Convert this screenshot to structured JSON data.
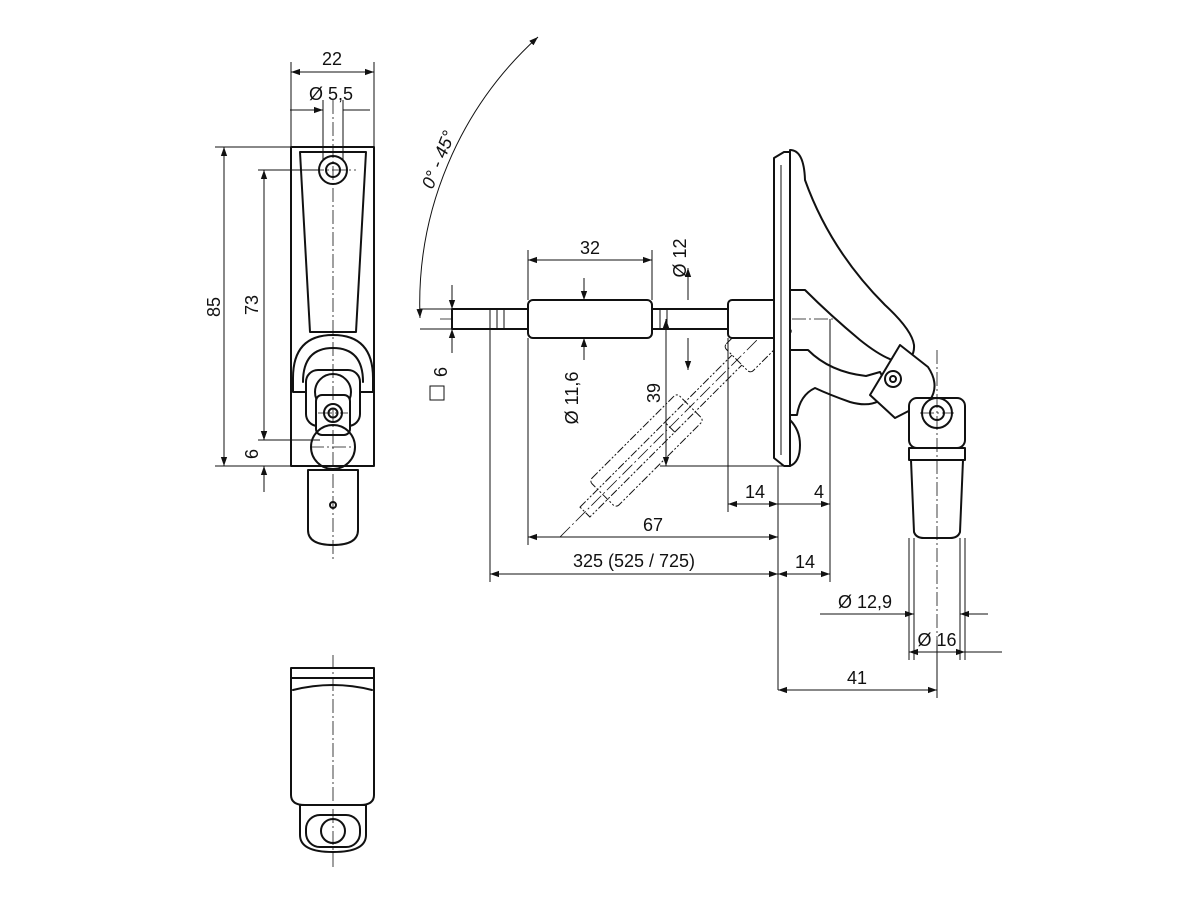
{
  "dimensions": {
    "width_22": "22",
    "dia_5_5": "Ø 5,5",
    "height_85": "85",
    "height_73": "73",
    "offset_6": "6",
    "angle": "0° - 45°",
    "len_32": "32",
    "dia_12": "Ø 12",
    "square_6": "6",
    "dia_11_6": "Ø 11,6",
    "h_39": "39",
    "w_14": "14",
    "w_4": "4",
    "len_67": "67",
    "len_325": "325 (525 / 725)",
    "w_14b": "14",
    "dia_12_9": "Ø 12,9",
    "dia_16": "Ø 16",
    "len_41": "41"
  }
}
